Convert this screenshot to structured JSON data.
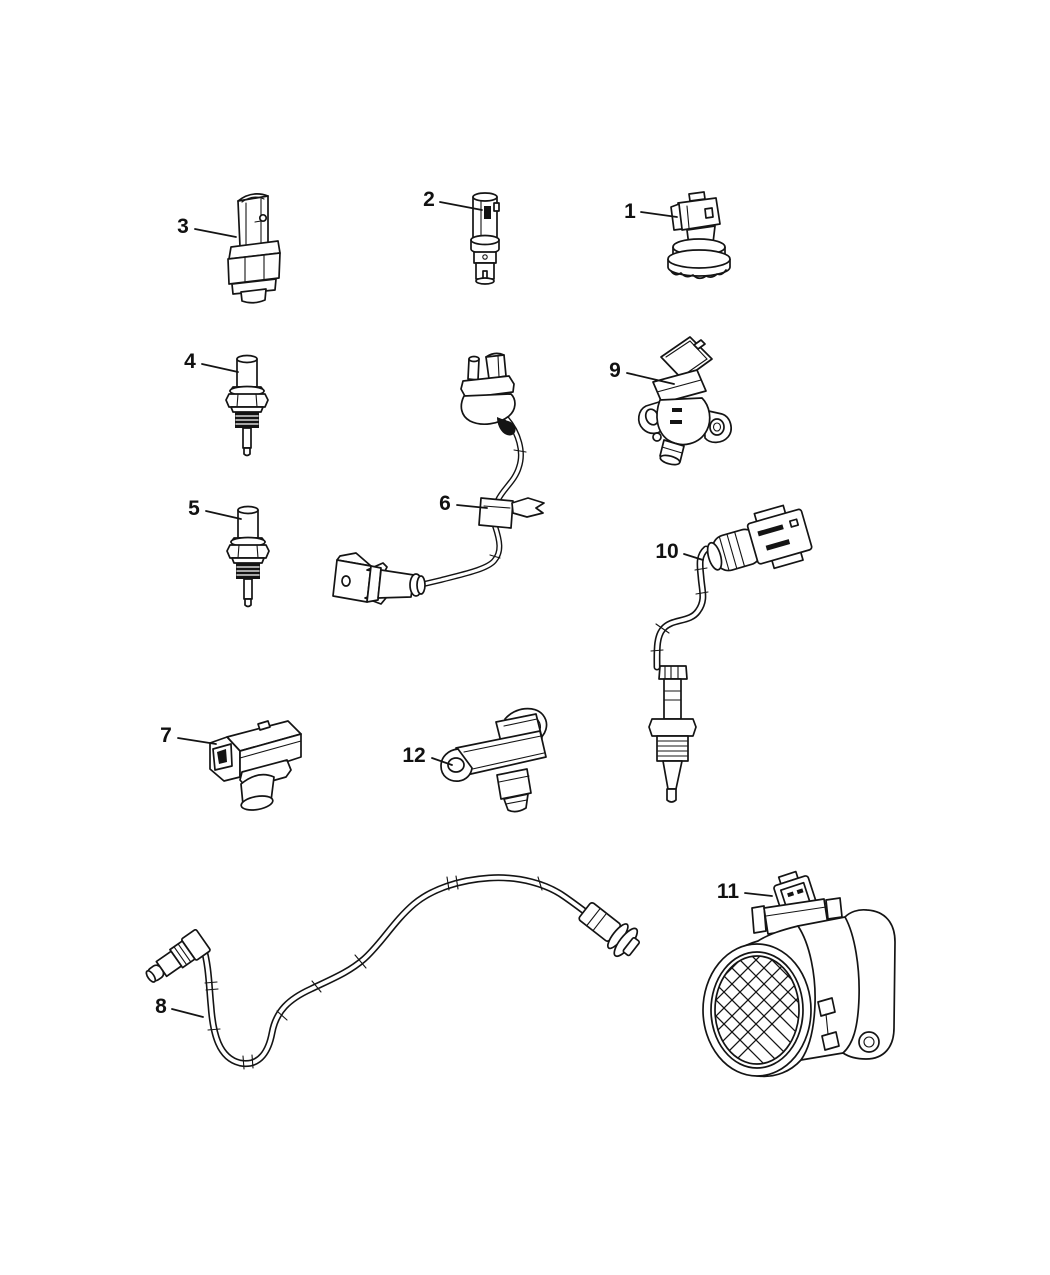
{
  "diagram": {
    "background_color": "#ffffff",
    "line_color": "#141414",
    "description": "sensor-parts-diagram",
    "callouts": [
      {
        "label": "1"
      },
      {
        "label": "2"
      },
      {
        "label": "3"
      },
      {
        "label": "4"
      },
      {
        "label": "5"
      },
      {
        "label": "6"
      },
      {
        "label": "7"
      },
      {
        "label": "8"
      },
      {
        "label": "9"
      },
      {
        "label": "10"
      },
      {
        "label": "11"
      },
      {
        "label": "12"
      }
    ]
  }
}
